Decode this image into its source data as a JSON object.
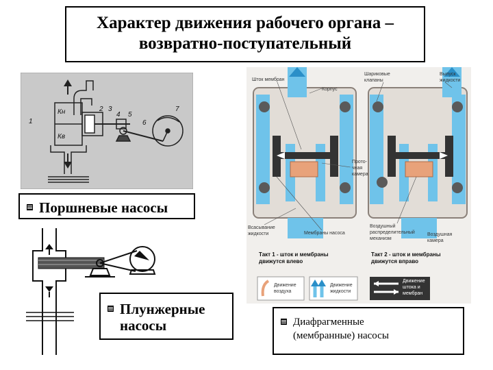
{
  "title": {
    "line1": "Характер движения рабочего органа –",
    "line2": "возвратно-поступательный"
  },
  "labels": {
    "piston": "Поршневые насосы",
    "plunger_line1": "Плунжерные",
    "plunger_line2": "насосы",
    "diaphragm_line1": "Диафрагменные",
    "diaphragm_line2": "(мембранные) насосы"
  },
  "piston_diagram": {
    "numbers": [
      "1",
      "2",
      "3",
      "4",
      "5",
      "6",
      "7"
    ],
    "kn": "Кн",
    "kv": "Кв"
  },
  "diaphragm_diagram": {
    "annotations": {
      "shtok": "Шток мембран",
      "korpus": "Корпус",
      "sharik1": "Шариковые",
      "sharik2": "клапаны",
      "vypusk1": "Выпуск",
      "vypusk2": "жидкости",
      "proto1": "Прото-",
      "proto2": "чная",
      "proto3": "камера",
      "vsas1": "Всасывание",
      "vsas2": "жидкости",
      "membrany": "Мембраны насоса",
      "vozd1": "Воздушный",
      "vozd2": "распределительный",
      "vozd3": "механизм",
      "vkam1": "Воздушная",
      "vkam2": "камера"
    },
    "takt1_line1": "Такт 1 - шток и мембраны",
    "takt1_line2": "движутся влево",
    "takt2_line1": "Такт 2 - шток и мембраны",
    "takt2_line2": "движутся вправо",
    "legend": [
      {
        "line1": "Движение",
        "line2": "воздуха"
      },
      {
        "line1": "Движение",
        "line2": "жидкости"
      },
      {
        "line1": "Движение",
        "line2": "штока и",
        "line3": "мембран"
      }
    ]
  },
  "colors": {
    "liquid": "#6fc3ea",
    "liquid_dark": "#2a8fc8",
    "air": "#e8a27a",
    "body": "#dcd6d0",
    "panel": "#e8e6e3",
    "ball": "#5a5a5a"
  }
}
